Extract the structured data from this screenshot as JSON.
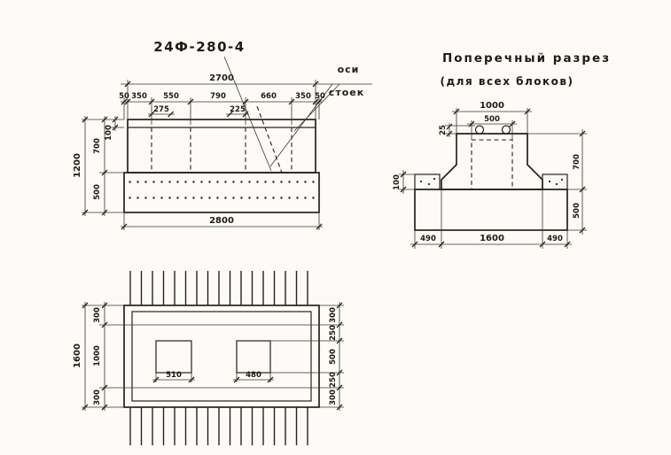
{
  "elevation": {
    "title": "24Ф-280-4",
    "axes_label": {
      "line1": "оси",
      "line2": "стоек"
    },
    "dims": {
      "overall_top": "2700",
      "row": [
        "50",
        "350",
        "550",
        "790",
        "660",
        "350",
        "50"
      ],
      "sub": [
        "275",
        "225"
      ],
      "height_overall": "1200",
      "flange": "100",
      "upper": "700",
      "lower": "500",
      "overall_bottom": "2800"
    }
  },
  "section": {
    "title_line1": "Поперечный разрез",
    "title_line2": "(для всех блоков)",
    "dims": {
      "top_outer": "1000",
      "top_inner": "500",
      "loop": "25",
      "right_upper": "700",
      "right_lower": "500",
      "step": "100",
      "bottom": [
        "490",
        "1600",
        "490"
      ]
    }
  },
  "plan": {
    "dims": {
      "width_overall": "1600",
      "left": [
        "300",
        "1000",
        "300"
      ],
      "right": [
        "300",
        "250",
        "500",
        "250",
        "300"
      ],
      "sockets": [
        "510",
        "480"
      ]
    }
  }
}
